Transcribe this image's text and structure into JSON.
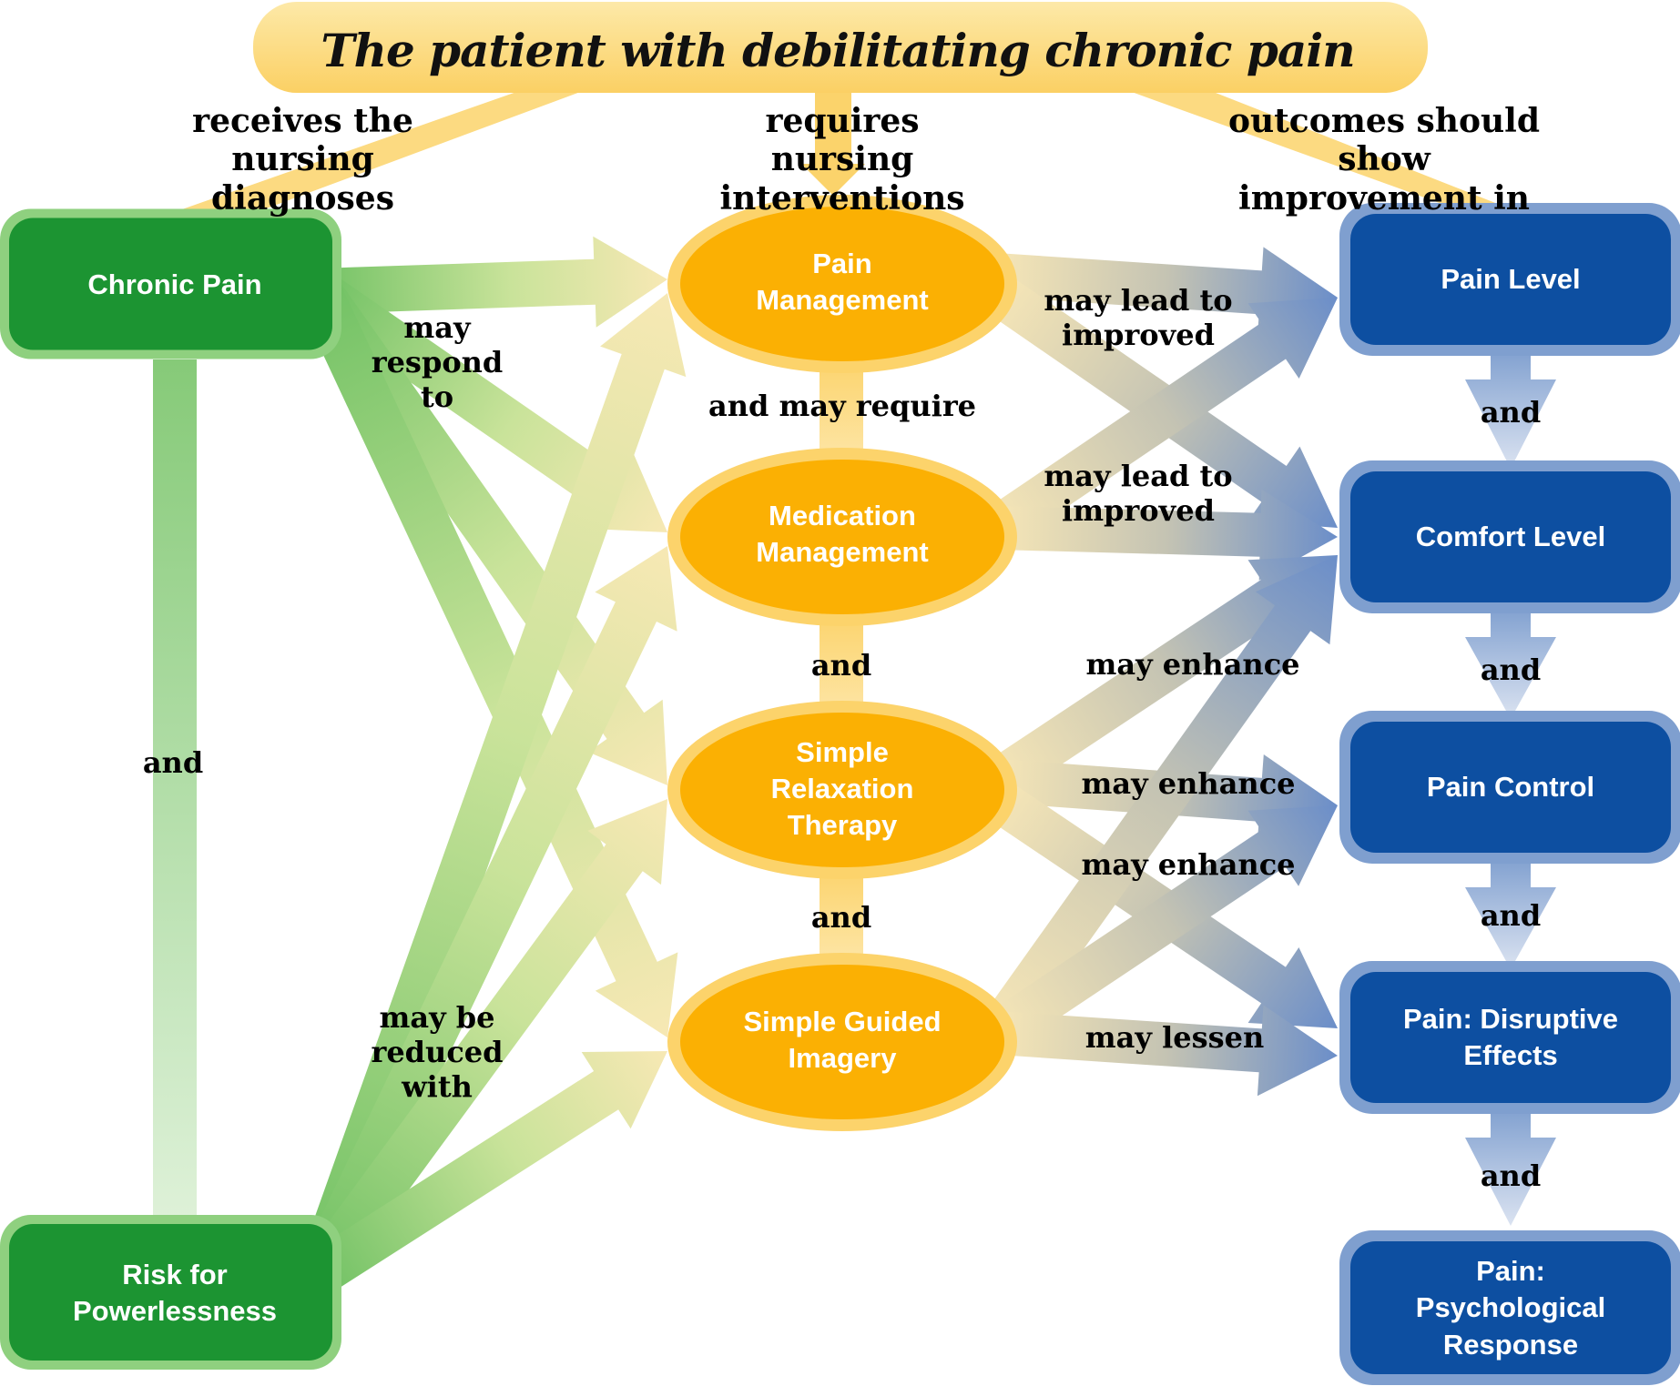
{
  "title": "The patient with debilitating chronic pain",
  "headers": {
    "diagnoses": "receives the\nnursing diagnoses",
    "interventions": "requires nursing\ninterventions",
    "outcomes": "outcomes should show\nimprovement in"
  },
  "colors": {
    "diagnosis_fill": "#1c9432",
    "diagnosis_border": "#8fd07f",
    "intervention_fill": "#fbb003",
    "intervention_border": "#fcd36b",
    "outcome_fill": "#0d4fa1",
    "outcome_border": "#7f9fcf",
    "title_band": "#fcd772"
  },
  "diagnoses": [
    {
      "id": "chronic-pain",
      "label": "Chronic Pain"
    },
    {
      "id": "risk-for-powerlessness",
      "label": "Risk for\nPowerlessness"
    }
  ],
  "interventions": [
    {
      "id": "pain-management",
      "label": "Pain\nManagement"
    },
    {
      "id": "medication-management",
      "label": "Medication\nManagement"
    },
    {
      "id": "simple-relaxation-therapy",
      "label": "Simple\nRelaxation\nTherapy"
    },
    {
      "id": "simple-guided-imagery",
      "label": "Simple Guided\nImagery"
    }
  ],
  "outcomes": [
    {
      "id": "pain-level",
      "label": "Pain Level"
    },
    {
      "id": "comfort-level",
      "label": "Comfort Level"
    },
    {
      "id": "pain-control",
      "label": "Pain Control"
    },
    {
      "id": "pain-disruptive-effects",
      "label": "Pain: Disruptive\nEffects"
    },
    {
      "id": "pain-psychological-response",
      "label": "Pain:\nPsychological\nResponse"
    }
  ],
  "connector_labels": {
    "diag_and": "and",
    "may_respond_to": "may\nrespond\nto",
    "may_be_reduced_with": "may be\nreduced\nwith",
    "and_may_require": "and may require",
    "int_and_1": "and",
    "int_and_2": "and",
    "may_lead_to_improved_1": "may lead to\nimproved",
    "may_lead_to_improved_2": "may lead to\nimproved",
    "may_enhance_1": "may enhance",
    "may_enhance_2": "may enhance",
    "may_enhance_3": "may enhance",
    "may_lessen": "may lessen",
    "out_and_1": "and",
    "out_and_2": "and",
    "out_and_3": "and",
    "out_and_4": "and"
  },
  "edges": [
    {
      "from": "chronic-pain",
      "to": "pain-management",
      "label": "may respond to"
    },
    {
      "from": "chronic-pain",
      "to": "medication-management",
      "label": "may respond to"
    },
    {
      "from": "chronic-pain",
      "to": "simple-relaxation-therapy",
      "label": "may respond to"
    },
    {
      "from": "chronic-pain",
      "to": "simple-guided-imagery",
      "label": "may respond to"
    },
    {
      "from": "risk-for-powerlessness",
      "to": "pain-management",
      "label": "may be reduced with"
    },
    {
      "from": "risk-for-powerlessness",
      "to": "medication-management",
      "label": "may be reduced with"
    },
    {
      "from": "risk-for-powerlessness",
      "to": "simple-relaxation-therapy",
      "label": "may be reduced with"
    },
    {
      "from": "risk-for-powerlessness",
      "to": "simple-guided-imagery",
      "label": "may be reduced with"
    },
    {
      "from": "pain-management",
      "to": "pain-level",
      "label": "may lead to improved"
    },
    {
      "from": "pain-management",
      "to": "comfort-level",
      "label": "may lead to improved"
    },
    {
      "from": "medication-management",
      "to": "pain-level",
      "label": "may lead to improved"
    },
    {
      "from": "medication-management",
      "to": "comfort-level",
      "label": "may lead to improved"
    },
    {
      "from": "simple-relaxation-therapy",
      "to": "comfort-level",
      "label": "may enhance"
    },
    {
      "from": "simple-relaxation-therapy",
      "to": "pain-control",
      "label": "may enhance"
    },
    {
      "from": "simple-relaxation-therapy",
      "to": "pain-disruptive-effects",
      "label": "may lessen"
    },
    {
      "from": "simple-guided-imagery",
      "to": "comfort-level",
      "label": "may enhance"
    },
    {
      "from": "simple-guided-imagery",
      "to": "pain-control",
      "label": "may enhance"
    },
    {
      "from": "simple-guided-imagery",
      "to": "pain-disruptive-effects",
      "label": "may lessen"
    }
  ]
}
